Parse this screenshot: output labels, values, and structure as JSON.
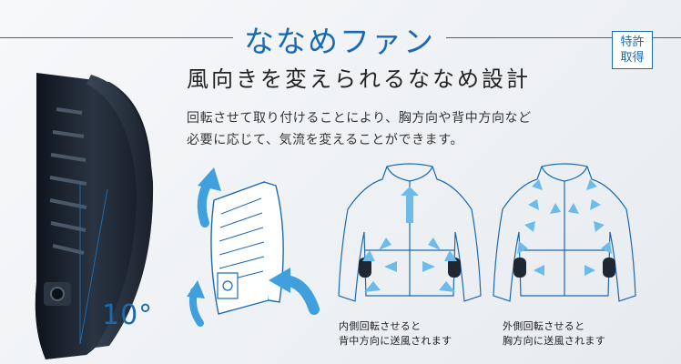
{
  "header": {
    "title": "ななめファン",
    "patent_line1": "特許",
    "patent_line2": "取得"
  },
  "feature": {
    "headline": "風向きを変えられるななめ設計",
    "description_line1": "回転させて取り付けることにより、胸方向や背中方向など",
    "description_line2": "必要に応じて、気流を変えることができます。"
  },
  "fan": {
    "angle_label": "10°"
  },
  "examples": {
    "inner": {
      "caption_line1": "内側回転させると",
      "caption_line2": "背中方向に送風されます"
    },
    "outer": {
      "caption_line1": "外側回転させると",
      "caption_line2": "胸方向に送風されます"
    }
  },
  "colors": {
    "accent": "#1a6ab2",
    "arrow": "#3fa0dd",
    "fan_body": "#1f2733"
  }
}
